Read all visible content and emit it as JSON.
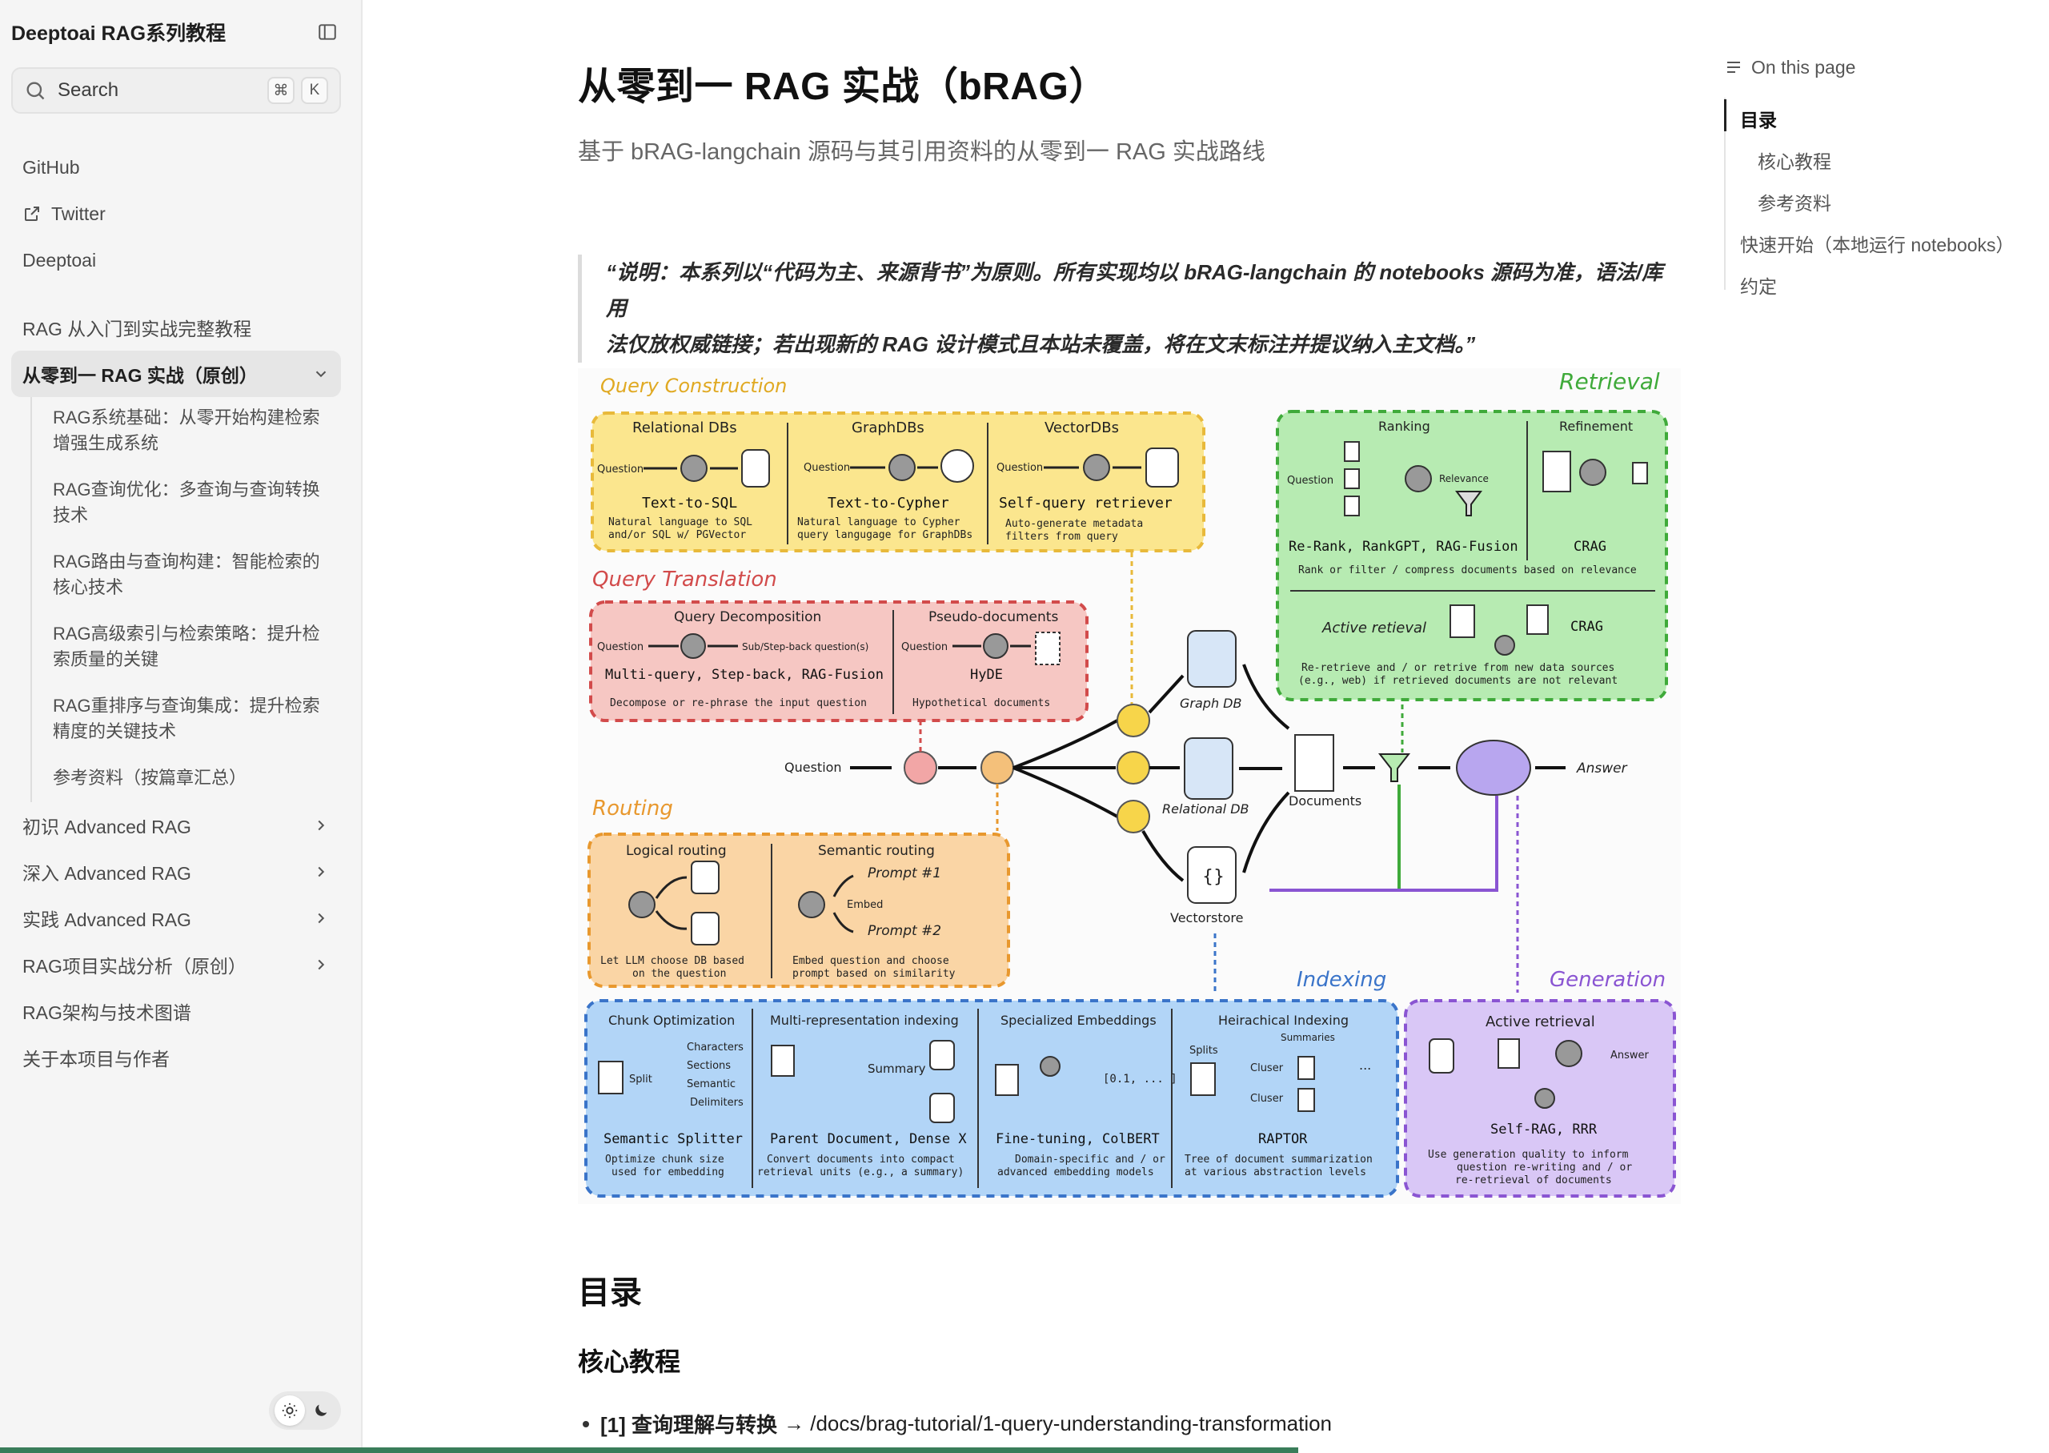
{
  "sidebar": {
    "title": "Deeptoai RAG系列教程",
    "search": {
      "placeholder": "Search",
      "kbd1": "⌘",
      "kbd2": "K"
    },
    "links": [
      {
        "label": "GitHub"
      },
      {
        "label": "Twitter"
      },
      {
        "label": "Deeptoai"
      }
    ],
    "sections": {
      "intro": "RAG 从入门到实战完整教程",
      "active": "从零到一 RAG 实战（原创）",
      "sub_items": [
        "RAG系统基础：从零开始构建检索增强生成系统",
        "RAG查询优化：多查询与查询转换技术",
        "RAG路由与查询构建：智能检索的核心技术",
        "RAG高级索引与检索策略：提升检索质量的关键",
        "RAG重排序与查询集成：提升检索精度的关键技术",
        "参考资料（按篇章汇总）"
      ],
      "collapsed": [
        "初识 Advanced RAG",
        "深入 Advanced RAG",
        "实践 Advanced RAG",
        "RAG项目实战分析（原创）"
      ],
      "plain": [
        "RAG架构与技术图谱",
        "关于本项目与作者"
      ]
    }
  },
  "main": {
    "title": "从零到一 RAG 实战（bRAG）",
    "subtitle": "基于 bRAG-langchain 源码与其引用资料的从零到一 RAG 实战路线",
    "quote_line1": "“说明：本系列以“代码为主、来源背书”为原则。所有实现均以 bRAG-langchain 的 notebooks 源码为准，语法/库用",
    "quote_line2": "法仅放权威链接；若出现新的 RAG 设计模式且本站未覆盖，将在文末标注并提议纳入主文档。”",
    "h2": "目录",
    "h3": "核心教程",
    "list_item_num": "[1] 查询理解与转换",
    "list_item_path": "→ /docs/brag-tutorial/1-query-understanding-transformation"
  },
  "diagram": {
    "query_construction": "Query Construction",
    "relational_dbs": "Relational DBs",
    "graph_dbs": "GraphDBs",
    "vector_dbs": "VectorDBs",
    "question": "Question",
    "text_to_sql": "Text-to-SQL",
    "text_to_sql_desc1": "Natural language to SQL",
    "text_to_sql_desc2": "and/or SQL w/ PGVector",
    "text_to_cypher": "Text-to-Cypher",
    "text_to_cypher_desc1": "Natural language to Cypher",
    "text_to_cypher_desc2": "query langugage for GraphDBs",
    "self_query": "Self-query retriever",
    "self_query_desc1": "Auto-generate metadata",
    "self_query_desc2": "filters from query",
    "query_translation": "Query Translation",
    "query_decomposition": "Query Decomposition",
    "pseudo_documents": "Pseudo-documents",
    "sub_step_back": "Sub/Step-back question(s)",
    "multi_query": "Multi-query, Step-back, RAG-Fusion",
    "multi_query_desc": "Decompose or re-phrase the input question",
    "hyde": "HyDE",
    "hyde_desc": "Hypothetical documents",
    "routing": "Routing",
    "logical_routing": "Logical routing",
    "semantic_routing": "Semantic routing",
    "prompt1": "Prompt #1",
    "prompt2": "Prompt #2",
    "embed": "Embed",
    "logical_desc1": "Let LLM choose DB based",
    "logical_desc2": "on the question",
    "semantic_desc1": "Embed question and choose",
    "semantic_desc2": "prompt based on similarity",
    "retrieval": "Retrieval",
    "ranking": "Ranking",
    "refinement": "Refinement",
    "relevance": "Relevance",
    "rerank": "Re-Rank, RankGPT, RAG-Fusion",
    "crag": "CRAG",
    "rank_desc": "Rank or filter / compress documents based on relevance",
    "active_retrieval": "Active retieval",
    "active_desc1": "Re-retrieve and / or retrive from new data sources",
    "active_desc2": "(e.g., web) if retrieved documents are not relevant",
    "graph_db": "Graph DB",
    "relational_db": "Relational DB",
    "vectorstore": "Vectorstore",
    "documents": "Documents",
    "answer": "Answer",
    "indexing": "Indexing",
    "generation": "Generation",
    "chunk_opt": "Chunk Optimization",
    "multi_rep": "Multi-representation indexing",
    "spec_emb": "Specialized Embeddings",
    "hier_idx": "Heirachical Indexing",
    "characters": "Characters",
    "sections": "Sections",
    "semantic": "Semantic",
    "delimiters": "Delimiters",
    "split": "Split",
    "splits": "Splits",
    "summary": "Summary",
    "summaries": "Summaries",
    "cluster": "Cluser",
    "vector_sample": "[0.1, ... ]",
    "semantic_splitter": "Semantic Splitter",
    "semantic_splitter_desc1": "Optimize chunk size",
    "semantic_splitter_desc2": "used for embedding",
    "parent_doc": "Parent Document, Dense X",
    "parent_doc_desc1": "Convert documents into compact",
    "parent_doc_desc2": "retrieval units (e.g., a summary)",
    "fine_tuning": "Fine-tuning, ColBERT",
    "fine_tuning_desc1": "Domain-specific and / or",
    "fine_tuning_desc2": "advanced embedding models",
    "raptor": "RAPTOR",
    "raptor_desc1": "Tree of document summarization",
    "raptor_desc2": "at various abstraction levels",
    "gen_active": "Active retrieval",
    "self_rag": "Self-RAG, RRR",
    "self_rag_desc1": "Use generation quality to inform",
    "self_rag_desc2": "question re-writing and / or",
    "self_rag_desc3": "re-retrieval of documents",
    "ellipsis": "..."
  },
  "toc": {
    "heading": "On this page",
    "items": [
      {
        "label": "目录"
      },
      {
        "label": "核心教程"
      },
      {
        "label": "参考资料"
      },
      {
        "label": "快速开始（本地运行 notebooks）"
      },
      {
        "label": "约定"
      }
    ]
  },
  "colors": {
    "yellow_bg": "#fbe68e",
    "yellow_border": "#e8b93a",
    "pink_bg": "#f6c7c3",
    "pink_border": "#d24b4b",
    "orange_bg": "#fad5a5",
    "orange_border": "#e8982e",
    "green_bg": "#b7ebb2",
    "green_border": "#3faa3a",
    "blue_bg": "#b2d5f7",
    "blue_border": "#3a74c9",
    "purple_bg": "#d9c7f6",
    "purple_border": "#8a55d2"
  }
}
